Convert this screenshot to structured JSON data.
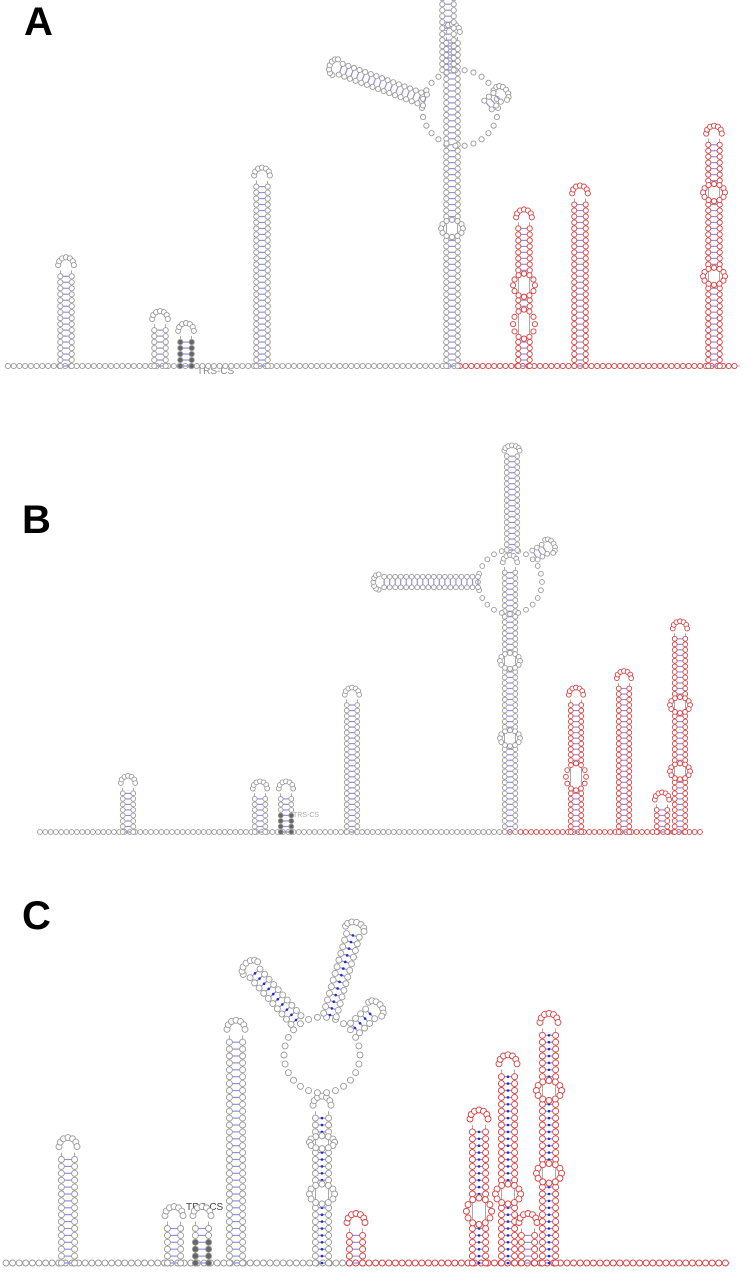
{
  "figure": {
    "panels": [
      {
        "letter": "A",
        "trs_label": "TRS-CS"
      },
      {
        "letter": "B",
        "trs_label": "TRS-CS"
      },
      {
        "letter": "C",
        "trs_label": "TRS-CS"
      }
    ]
  },
  "colors": {
    "nucleotide_grey": "#9a9a9a",
    "nucleotide_red": "#d94040",
    "pair_blue": "#8f8fe0",
    "pair_dark_blue": "#1f2fbf",
    "trs_dark": "#666666",
    "backbone": "#555555"
  }
}
